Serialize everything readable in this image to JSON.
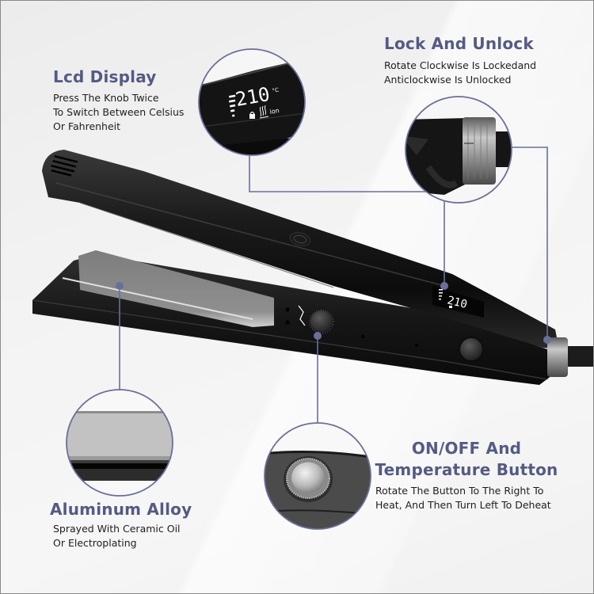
{
  "colors": {
    "accent": "#555a84",
    "callout_line": "#6a6f9a",
    "body_text": "#1e1e1e",
    "background": "#efefef",
    "product_black": "#151515",
    "plate_gray": "#8d8d8d"
  },
  "callouts": [
    {
      "id": "lcd-display",
      "title": "Lcd Display",
      "lines": [
        "Press The Knob Twice",
        "To Switch Between Celsius",
        "Or Fahrenheit"
      ]
    },
    {
      "id": "lock-unlock",
      "title": "Lock And Unlock",
      "lines": [
        "Rotate Clockwise Is Lockedand",
        "Anticlockwise Is Unlocked"
      ]
    },
    {
      "id": "aluminum-alloy",
      "title": "Aluminum Alloy",
      "lines": [
        "Sprayed With Ceramic Oil",
        "Or Electroplating"
      ]
    },
    {
      "id": "on-off-temperature",
      "title_lines": [
        "ON/OFF And",
        "Temperature Button"
      ],
      "lines": [
        "Rotate The Button To The Right To",
        "Heat, And Then Turn Left To Deheat"
      ]
    }
  ],
  "lcd": {
    "temperature": "210",
    "unit": "°C",
    "ion_label": "ion"
  }
}
